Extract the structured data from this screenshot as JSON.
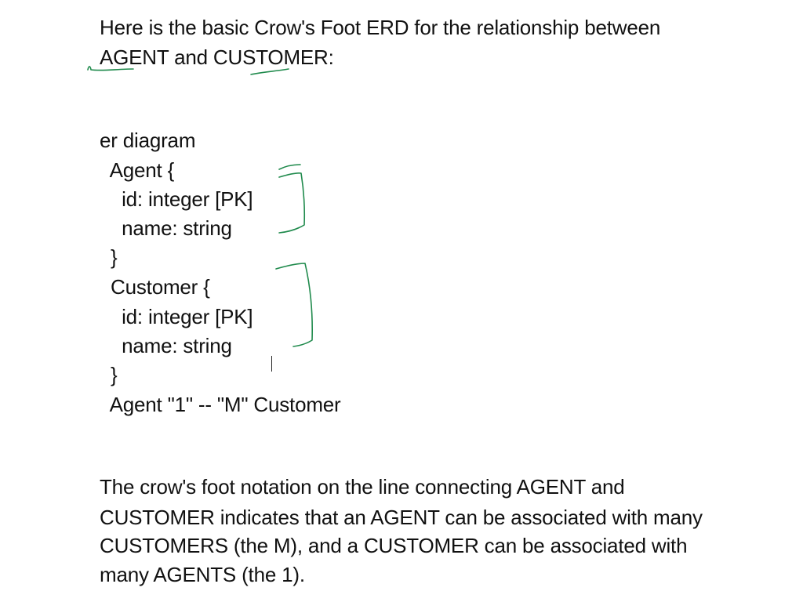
{
  "intro": {
    "line1": "Here is the basic Crow's Foot ERD for the relationship between",
    "line2": "AGENT and CUSTOMER:"
  },
  "code": {
    "lines": [
      "er diagram",
      "  Agent {",
      "    id: integer [PK]",
      "    name: string",
      "  }",
      "  Customer {",
      "    id: integer [PK]",
      "    name: string",
      "  }",
      "  Agent \"1\" -- \"M\" Customer"
    ]
  },
  "conclusion": {
    "lines": [
      "The crow's foot notation on the line connecting AGENT and",
      "CUSTOMER indicates that an AGENT can be associated with many",
      "CUSTOMERS (the M), and a CUSTOMER can be associated with",
      "many AGENTS (the 1)."
    ]
  },
  "annotations": {
    "ink_color": "#1f8a4c",
    "marks": [
      "underline-agent",
      "underline-customer",
      "bracket-agent-fields",
      "bracket-customer-fields"
    ]
  }
}
